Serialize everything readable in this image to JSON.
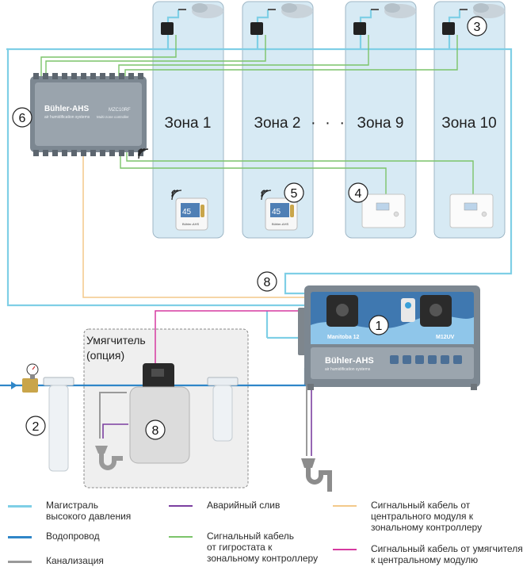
{
  "zones": [
    {
      "label": "Зона 1"
    },
    {
      "label": "Зона 2"
    },
    {
      "label": "Зона 9"
    },
    {
      "label": "Зона 10"
    }
  ],
  "zones_ellipsis": "· · ·",
  "controller": {
    "brand": "Bühler-AHS",
    "subtitle": "air humidification systems",
    "model": "MZC10RF",
    "model_caption": "Multi-zone controller"
  },
  "main_unit": {
    "model_left": "Manitoba 12",
    "model_right": "M12UV",
    "brand": "Bühler-AHS",
    "subtitle": "air humidification systems"
  },
  "thermostat_display": "45",
  "softener": {
    "title_line1": "Умягчитель",
    "title_line2": "(опция)"
  },
  "markers": [
    "1",
    "2",
    "3",
    "4",
    "5",
    "6",
    "8",
    "8"
  ],
  "colors": {
    "high_pressure": "#7fcfe6",
    "water": "#2f86c8",
    "sewer": "#9a9a9a",
    "emergency_drain": "#7b3fa0",
    "hygrostat_cable": "#7cc46a",
    "central_cable": "#f3c98a",
    "softener_cable": "#d63aa0",
    "zone_fill": "#d7eaf4"
  },
  "legend": [
    {
      "color": "#7fcfe6",
      "text": "Магистраль\nвысокого давления"
    },
    {
      "color": "#2f86c8",
      "text": "Водопровод"
    },
    {
      "color": "#9a9a9a",
      "text": "Канализация"
    },
    {
      "color": "#7b3fa0",
      "text": "Аварийный слив"
    },
    {
      "color": "#7cc46a",
      "text": "Сигнальный кабель\nот гигростата к\nзональному контроллеру"
    },
    {
      "color": "#f3c98a",
      "text": "Сигнальный кабель от\nцентрального модуля к\nзональному контроллеру"
    },
    {
      "color": "#d63aa0",
      "text": "Сигнальный кабель от умягчителя\nк центральному модулю"
    }
  ]
}
